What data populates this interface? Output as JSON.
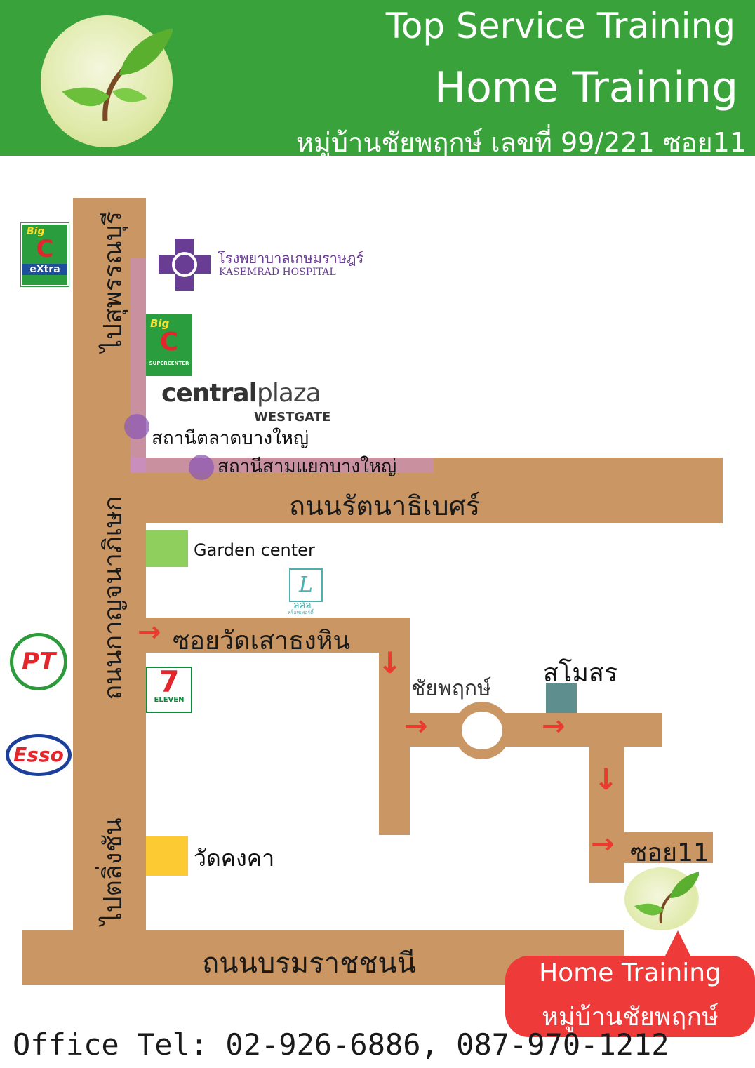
{
  "header": {
    "title": "Top Service Training",
    "subtitle": "Home Training",
    "address": "หมู่บ้านชัยพฤกษ์ เลขที่ 99/221 ซอย11"
  },
  "roads": {
    "left_top": "ไปสุพรรณบุรี",
    "left_middle": "ถนนกาญจนาภิเษก",
    "left_bottom": "ไปตลิ่งชัน",
    "rattanathibet": "ถนนรัตนาธิเบศร์",
    "soi_wat": "ซอยวัดเสาธงหิน",
    "borommaratchachonnani": "ถนนบรมราชชนนี",
    "soi11": "ซอย11"
  },
  "landmarks": {
    "hospital_th": "โรงพยาบาลเกษมราษฎร์",
    "hospital_en": "KASEMRAD HOSPITAL",
    "bigc_extra_top": "Big",
    "bigc_extra_c": "C",
    "bigc_extra_bottom": "eXtra",
    "bigc_super_top": "Big",
    "bigc_super_c": "C",
    "bigc_super_bottom": "SUPERCENTER",
    "central_a": "central",
    "central_b": "plaza",
    "central_sub": "WESTGATE",
    "station1": "สถานีตลาดบางใหญ่",
    "station2": "สถานีสามแยกบางใหญ่",
    "garden": "Garden center",
    "lalil_logo": "L",
    "lalil_name": "ลลิล",
    "lalil_sub": "พร็อพเพอร์ตี้",
    "chaiyapruek": "ชัยพฤกษ์",
    "club": "สโมสร",
    "wat": "วัดคงคา",
    "pt": "PT",
    "esso": "Esso",
    "seven_num": "7",
    "seven_text": "ELEVEN"
  },
  "callout": {
    "line1": "Home Training",
    "line2": "หมู่บ้านชัยพฤกษ์"
  },
  "footer": {
    "office": "Office Tel: 02-926-6886, 087-970-1212"
  },
  "icons": {
    "arrow_right": "→",
    "arrow_down": "↓"
  },
  "colors": {
    "header": "#3aa23a",
    "road": "#c99664",
    "arrow": "#ea3b2e",
    "garden": "#8fcf5e",
    "wat": "#fccb34",
    "club": "#5e8e8e",
    "callout": "#ee3a38"
  }
}
